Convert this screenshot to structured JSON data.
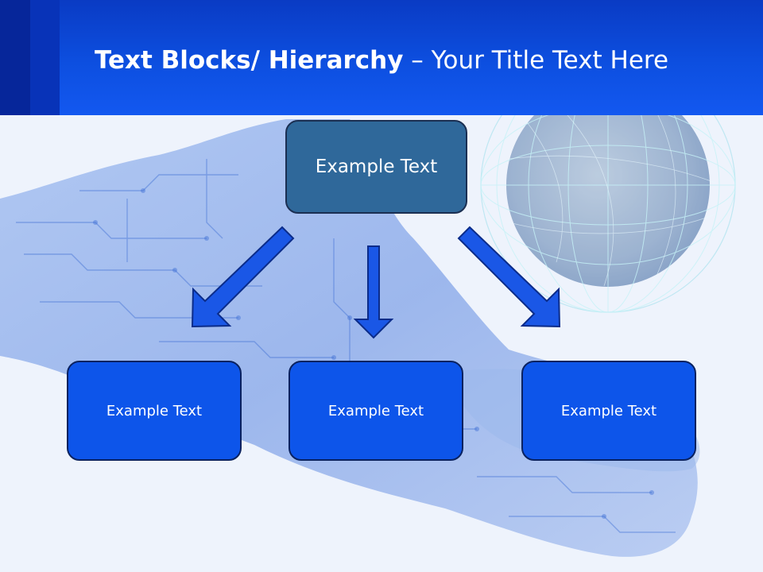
{
  "slide": {
    "title_bold": "Text Blocks/ Hierarchy",
    "title_dash": " – ",
    "title_rest": "Your Title Text Here"
  },
  "hierarchy": {
    "top": {
      "label": "Example Text"
    },
    "children": [
      {
        "label": "Example Text"
      },
      {
        "label": "Example Text"
      },
      {
        "label": "Example Text"
      }
    ]
  },
  "colors": {
    "header": "#0d4fe0",
    "top_box": "#2f689a",
    "child_box": "#0d55ea",
    "arrow": "#1a57e6",
    "background": "#eef3fc"
  }
}
